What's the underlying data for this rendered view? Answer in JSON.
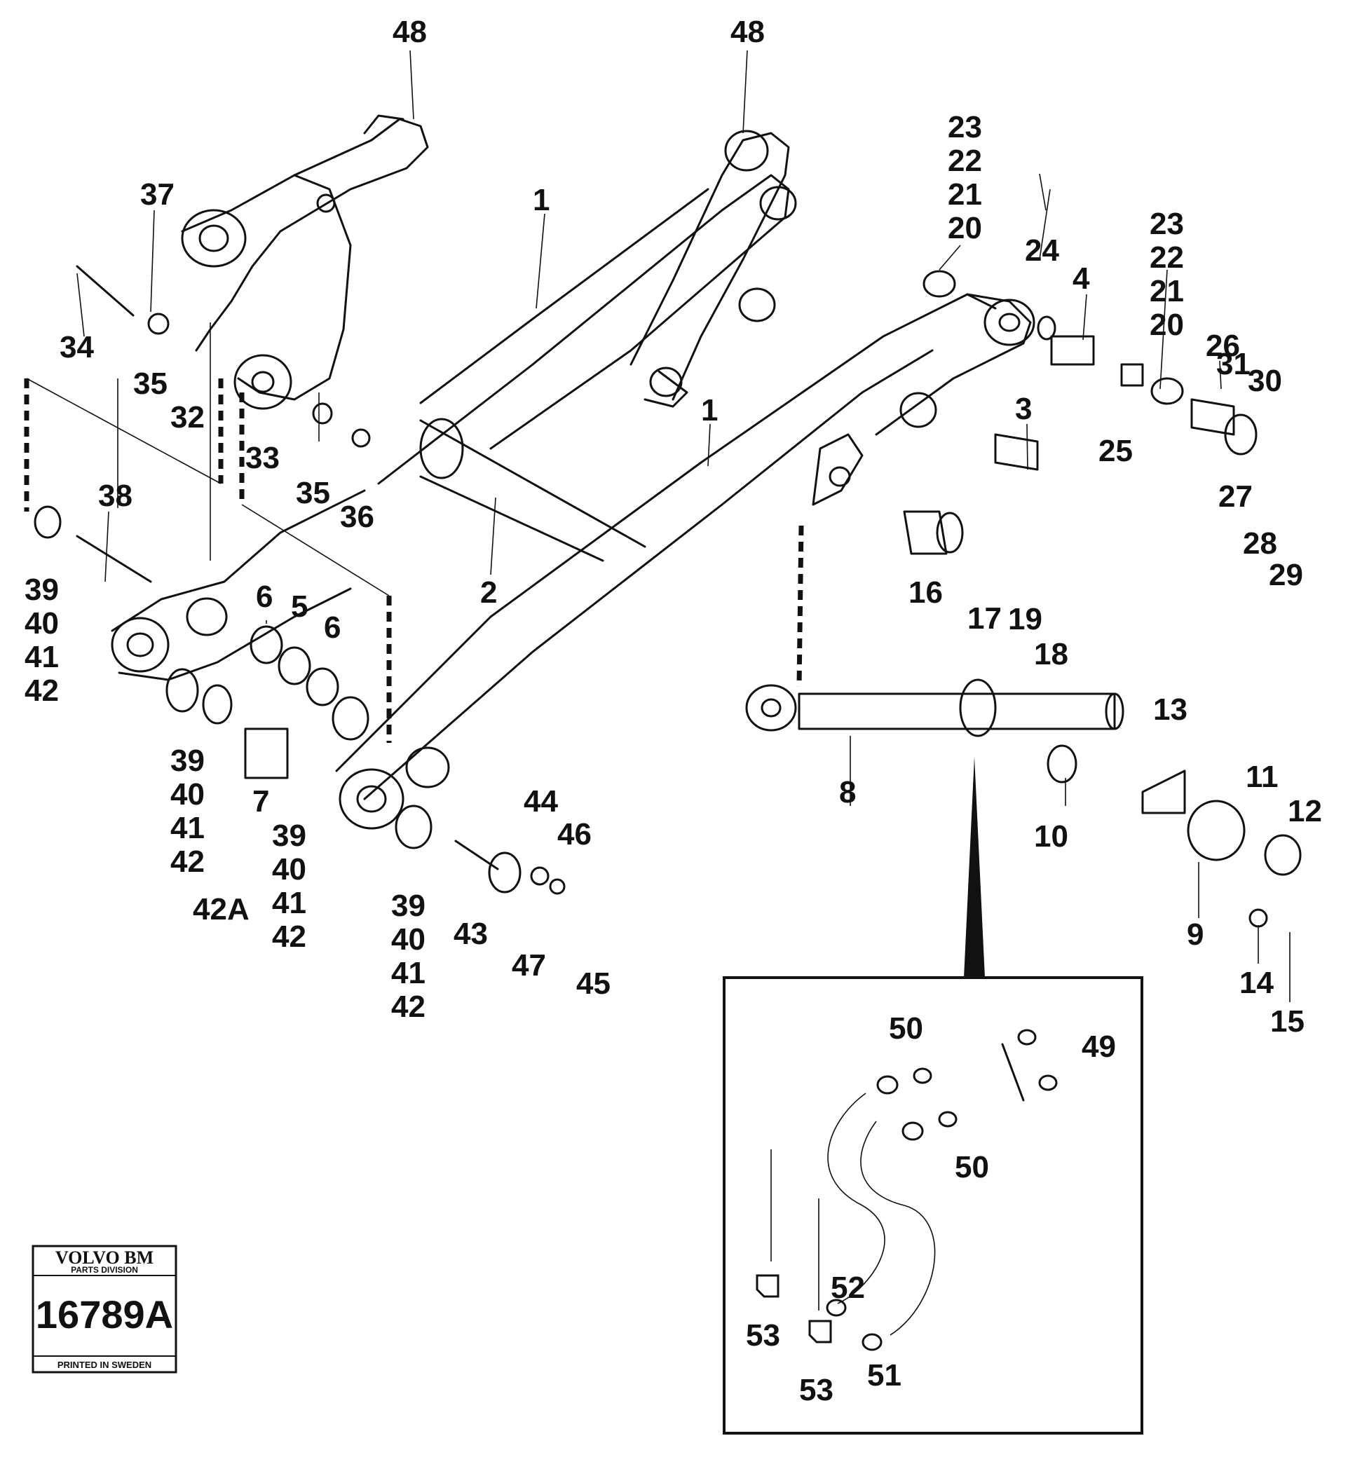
{
  "stamp": {
    "brand": "VOLVO BM",
    "division": "PARTS DIVISION",
    "number": "16789A",
    "printed": "PRINTED IN SWEDEN"
  },
  "labels": [
    {
      "id": "l48a",
      "text": "48"
    },
    {
      "id": "l48b",
      "text": "48"
    },
    {
      "id": "l1a",
      "text": "1"
    },
    {
      "id": "l1b",
      "text": "1"
    },
    {
      "id": "l2",
      "text": "2"
    },
    {
      "id": "l3",
      "text": "3"
    },
    {
      "id": "l4",
      "text": "4"
    },
    {
      "id": "l5",
      "text": "5"
    },
    {
      "id": "l6a",
      "text": "6"
    },
    {
      "id": "l6b",
      "text": "6"
    },
    {
      "id": "l7",
      "text": "7"
    },
    {
      "id": "l8",
      "text": "8"
    },
    {
      "id": "l9",
      "text": "9"
    },
    {
      "id": "l10",
      "text": "10"
    },
    {
      "id": "l11",
      "text": "11"
    },
    {
      "id": "l12",
      "text": "12"
    },
    {
      "id": "l13",
      "text": "13"
    },
    {
      "id": "l14",
      "text": "14"
    },
    {
      "id": "l15",
      "text": "15"
    },
    {
      "id": "l16",
      "text": "16"
    },
    {
      "id": "l17",
      "text": "17"
    },
    {
      "id": "l18",
      "text": "18"
    },
    {
      "id": "l19",
      "text": "19"
    },
    {
      "id": "l23a",
      "text": "23"
    },
    {
      "id": "l22a",
      "text": "22"
    },
    {
      "id": "l21a",
      "text": "21"
    },
    {
      "id": "l20a",
      "text": "20"
    },
    {
      "id": "l23b",
      "text": "23"
    },
    {
      "id": "l22b",
      "text": "22"
    },
    {
      "id": "l21b",
      "text": "21"
    },
    {
      "id": "l20b",
      "text": "20"
    },
    {
      "id": "l24",
      "text": "24"
    },
    {
      "id": "l25",
      "text": "25"
    },
    {
      "id": "l26",
      "text": "26"
    },
    {
      "id": "l27",
      "text": "27"
    },
    {
      "id": "l28",
      "text": "28"
    },
    {
      "id": "l29",
      "text": "29"
    },
    {
      "id": "l30",
      "text": "30"
    },
    {
      "id": "l31",
      "text": "31"
    },
    {
      "id": "l32",
      "text": "32"
    },
    {
      "id": "l33",
      "text": "33"
    },
    {
      "id": "l34",
      "text": "34"
    },
    {
      "id": "l35a",
      "text": "35"
    },
    {
      "id": "l35b",
      "text": "35"
    },
    {
      "id": "l36",
      "text": "36"
    },
    {
      "id": "l37",
      "text": "37"
    },
    {
      "id": "l38",
      "text": "38"
    },
    {
      "id": "l39a",
      "text": "39"
    },
    {
      "id": "l40a",
      "text": "40"
    },
    {
      "id": "l41a",
      "text": "41"
    },
    {
      "id": "l42a",
      "text": "42"
    },
    {
      "id": "l39b",
      "text": "39"
    },
    {
      "id": "l40b",
      "text": "40"
    },
    {
      "id": "l41b",
      "text": "41"
    },
    {
      "id": "l42b",
      "text": "42"
    },
    {
      "id": "l42A",
      "text": "42A"
    },
    {
      "id": "l39c",
      "text": "39"
    },
    {
      "id": "l40c",
      "text": "40"
    },
    {
      "id": "l41c",
      "text": "41"
    },
    {
      "id": "l42c",
      "text": "42"
    },
    {
      "id": "l39d",
      "text": "39"
    },
    {
      "id": "l40d",
      "text": "40"
    },
    {
      "id": "l41d",
      "text": "41"
    },
    {
      "id": "l42d",
      "text": "42"
    },
    {
      "id": "l43",
      "text": "43"
    },
    {
      "id": "l44",
      "text": "44"
    },
    {
      "id": "l45",
      "text": "45"
    },
    {
      "id": "l46",
      "text": "46"
    },
    {
      "id": "l47",
      "text": "47"
    },
    {
      "id": "l49",
      "text": "49"
    },
    {
      "id": "l50a",
      "text": "50"
    },
    {
      "id": "l50b",
      "text": "50"
    },
    {
      "id": "l51",
      "text": "51"
    },
    {
      "id": "l52",
      "text": "52"
    },
    {
      "id": "l53a",
      "text": "53"
    },
    {
      "id": "l53b",
      "text": "53"
    }
  ]
}
